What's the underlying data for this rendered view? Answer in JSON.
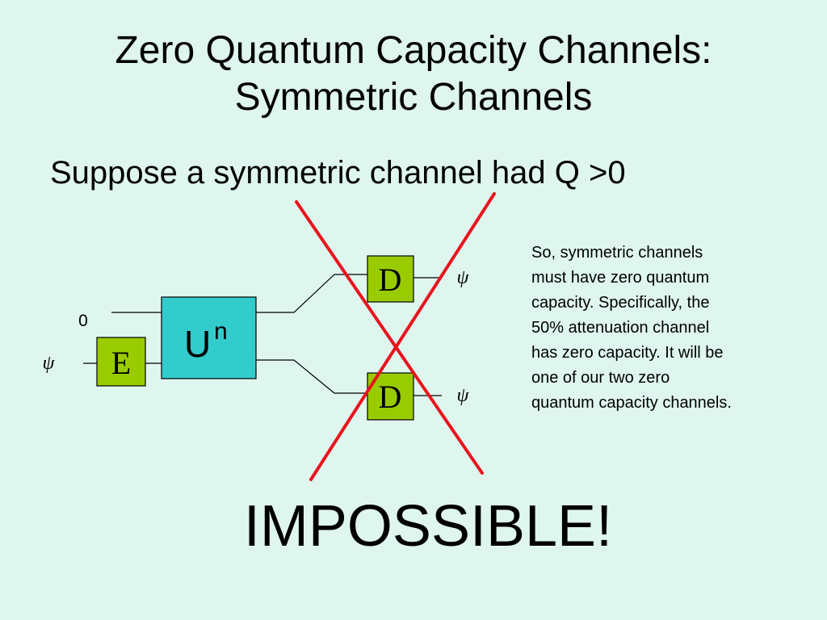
{
  "slide": {
    "title_line1": "Zero Quantum Capacity Channels:",
    "title_line2": "Symmetric Channels",
    "subtitle": "Suppose a symmetric channel had Q >0",
    "note_lines": [
      "So, symmetric channels",
      "must have zero quantum",
      "capacity.  Specifically, the",
      "50% attenuation channel",
      "has zero capacity.  It will be",
      "one of our two zero",
      "quantum capacity channels."
    ],
    "conclusion": "IMPOSSIBLE!"
  },
  "diagram": {
    "encoder_label": "E",
    "unitary_label": "U",
    "unitary_superscript": "n",
    "decoder_label": "D",
    "input_state": "ψ",
    "ancilla_label": "0",
    "output_state": "ψ"
  },
  "colors": {
    "background": "#dff6ef",
    "green_box": "#99cc00",
    "unitary_box": "#33cccc",
    "cross": "#e8141e",
    "wire": "#000000"
  }
}
